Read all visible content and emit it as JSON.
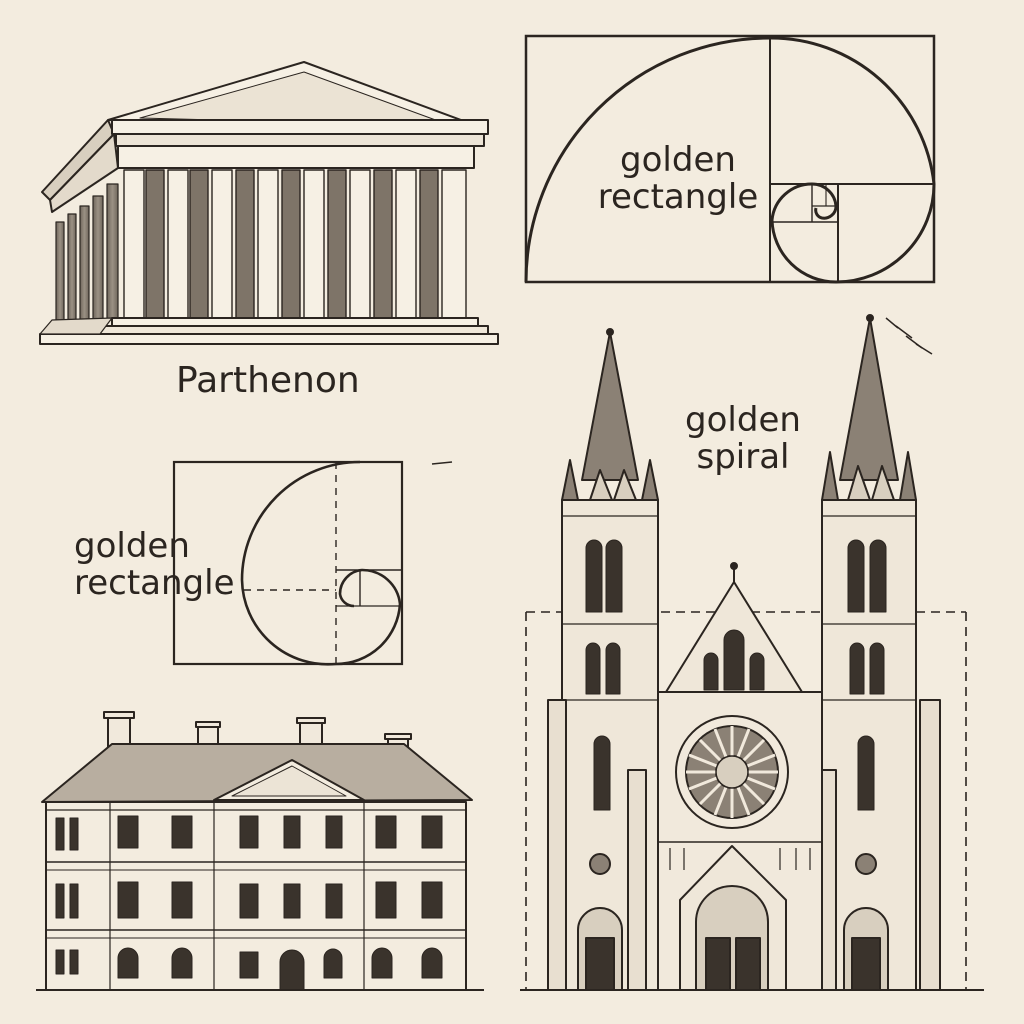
{
  "labels": {
    "parthenon": "Parthenon",
    "golden_rectangle_top": [
      "golden",
      "rectangle"
    ],
    "golden_rectangle_middle": [
      "golden",
      "rectangle"
    ],
    "golden_spiral": [
      "golden",
      "spiral"
    ]
  },
  "colors": {
    "paper": "#f3ecdf",
    "ink": "#2b2520",
    "shade": "#8a8075",
    "light_shade": "#c9bfb0"
  },
  "icons": {
    "parthenon": "parthenon-icon",
    "cathedral": "cathedral-icon",
    "georgian_house": "georgian-house-icon",
    "golden_rectangle": "golden-rectangle-icon"
  }
}
